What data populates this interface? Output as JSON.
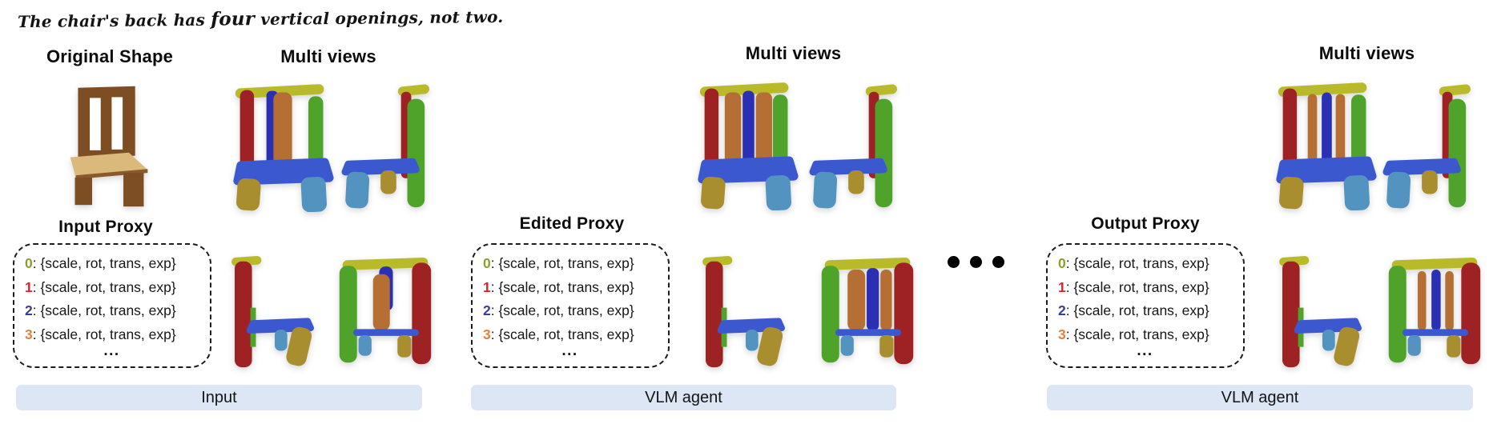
{
  "annotation": {
    "prefix": "The chair's back has ",
    "emphasis": "four",
    "suffix": " vertical openings, not two."
  },
  "input_section": {
    "original_shape_label": "Original Shape",
    "multi_views_label": "Multi views",
    "proxy_title": "Input Proxy",
    "bar_label": "Input"
  },
  "edited_section": {
    "multi_views_label": "Multi views",
    "proxy_title": "Edited Proxy",
    "bar_label": "VLM agent"
  },
  "output_section": {
    "multi_views_label": "Multi views",
    "proxy_title": "Output Proxy",
    "bar_label": "VLM agent"
  },
  "proxy_rows": [
    {
      "num": "0",
      "text": ": {scale, rot, trans, exp}",
      "color": "#8f9c2e"
    },
    {
      "num": "1",
      "text": ": {scale, rot, trans, exp}",
      "color": "#e02128"
    },
    {
      "num": "2",
      "text": ": {scale, rot, trans, exp}",
      "color": "#3a3f9e"
    },
    {
      "num": "3",
      "text": ": {scale, rot, trans, exp}",
      "color": "#e2823e"
    }
  ],
  "proxy_ellipsis": "...",
  "separator": {
    "type": "ellipsis-dots",
    "count": 3
  },
  "colors": {
    "stage_bar_bg": "#dce6f4",
    "chair_red": "#9e2123",
    "chair_green": "#4fa32a",
    "chair_olive_bar": "#b9ba2a",
    "chair_seat_blue": "#3b58cf",
    "chair_slat_dark_blue": "#2b2fb4",
    "chair_slat_orange": "#b56f35",
    "chair_leg_mustard": "#a98e2f",
    "chair_leg_steel_blue": "#5393c0",
    "wood_dark": "#7d4e23",
    "wood_light": "#dbb97c"
  }
}
